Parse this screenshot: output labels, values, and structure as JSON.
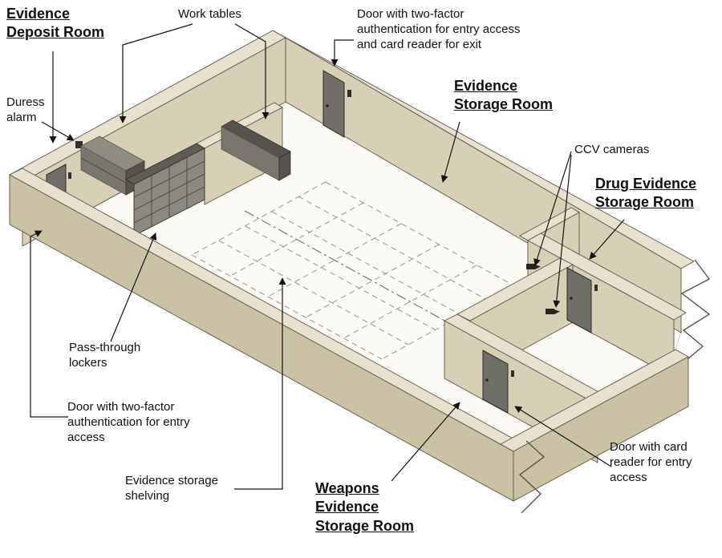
{
  "labels": {
    "evidence_deposit_room": "Evidence\nDeposit Room",
    "work_tables": "Work tables",
    "door_two_factor_top": "Door with two-factor\nauthentication for entry access\nand card reader for exit",
    "evidence_storage_room": "Evidence\nStorage Room",
    "duress_alarm": "Duress\nalarm",
    "ccv_cameras": "CCV cameras",
    "drug_evidence_storage_room": "Drug Evidence\nStorage Room",
    "pass_through_lockers": "Pass-through\nlockers",
    "door_two_factor_left": "Door with two-factor\nauthentication for entry\naccess",
    "evidence_storage_shelving": "Evidence storage\nshelving",
    "weapons_evidence_storage_room": "Weapons\nEvidence\nStorage Room",
    "door_card_reader": "Door with card\nreader for entry\naccess"
  },
  "colors": {
    "wall_top": "#e8e1cd",
    "wall_face": "#d8d0b5",
    "wall_face_dark": "#cbc2a4",
    "floor": "#fbfaf5",
    "door": "#6f6e67",
    "line": "#5a544a",
    "furniture_top": "#8f8d82",
    "furniture_front": "#79766d",
    "furniture_dark": "#55534b",
    "lockers_front": "#8c8a7e",
    "lockers_top": "#5f5d55",
    "shelf_line": "#9a958a",
    "leader": "#131313",
    "hardware": "#2f2f2c"
  }
}
